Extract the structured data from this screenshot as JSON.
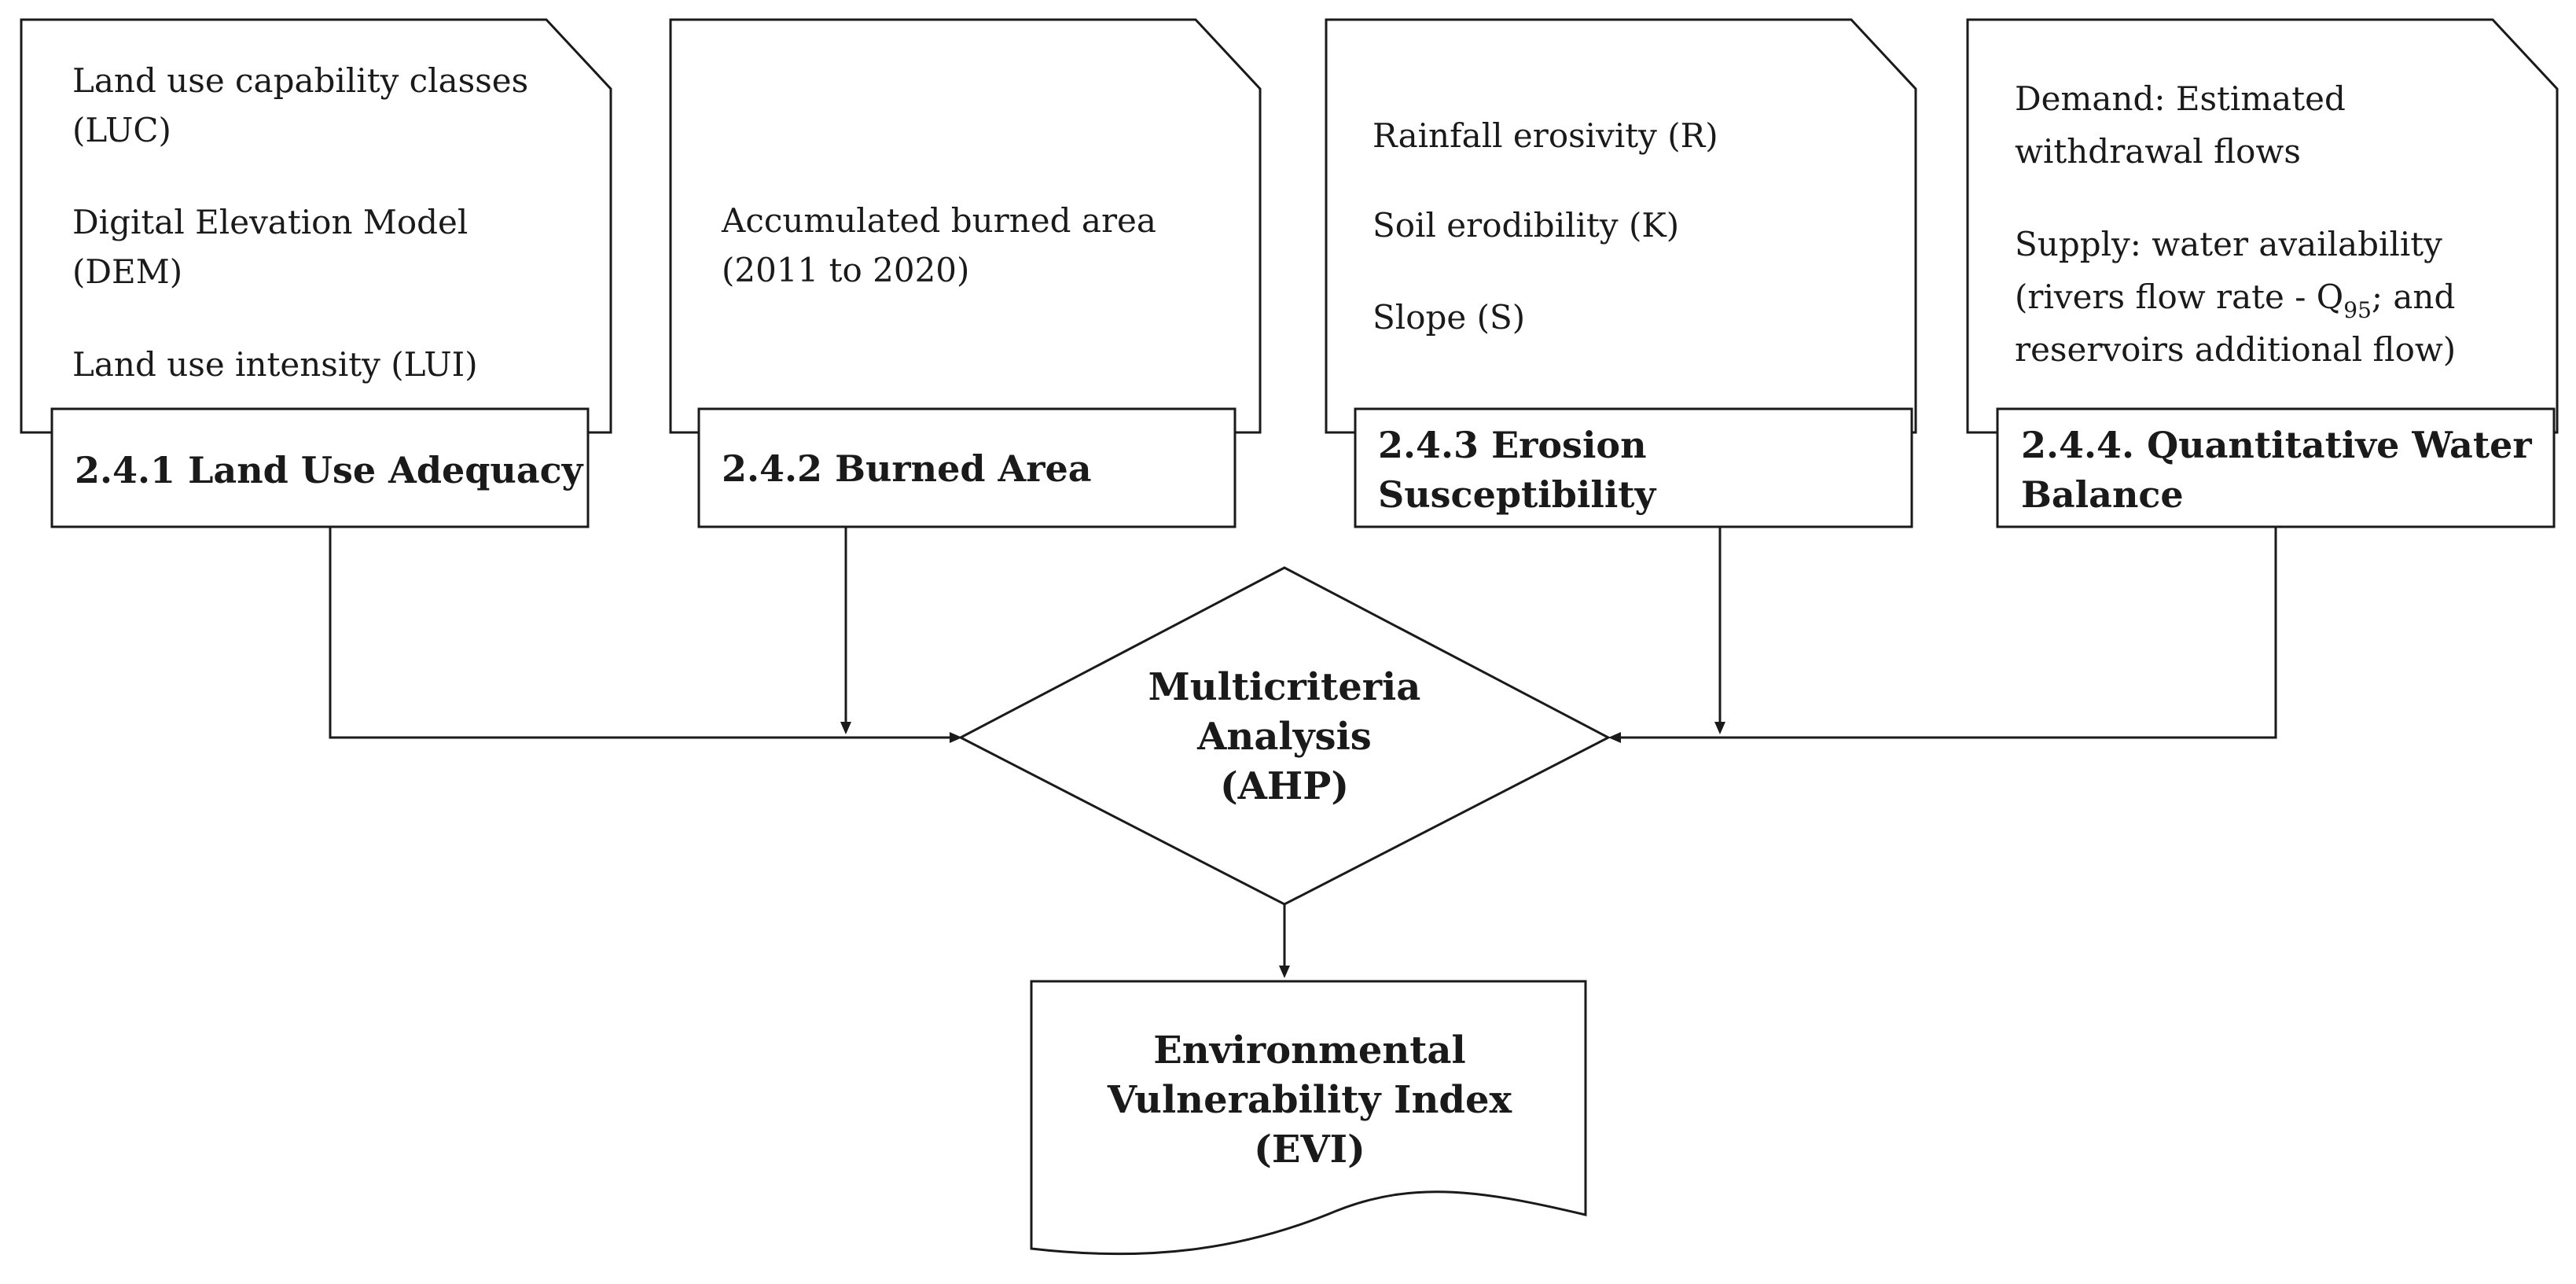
{
  "inputs": [
    {
      "lines": [
        "Land use capability classes",
        "(LUC)",
        "Digital Elevation Model",
        "(DEM)",
        "Land use intensity (LUI)"
      ],
      "title_lines": [
        "2.4.1 Land Use Adequacy"
      ]
    },
    {
      "lines": [
        "Accumulated burned area",
        "(2011 to 2020)"
      ],
      "title_lines": [
        "2.4.2 Burned Area"
      ]
    },
    {
      "lines": [
        "Rainfall erosivity (R)",
        "Soil erodibility (K)",
        "Slope (S)"
      ],
      "title_lines": [
        "2.4.3 Erosion",
        "Susceptibility"
      ]
    },
    {
      "lines": [
        "Demand: Estimated",
        "withdrawal flows",
        "Supply: water availability"
      ],
      "extra_line": {
        "before": "(rivers flow rate - Q",
        "subscript": "95",
        "after": "; and"
      },
      "last_line": "reservoirs additional flow)",
      "title_lines": [
        "2.4.4. Quantitative Water",
        "Balance"
      ]
    }
  ],
  "analysis": {
    "lines": [
      "Multicriteria",
      "Analysis",
      "(AHP)"
    ]
  },
  "output": {
    "lines": [
      "Environmental",
      "Vulnerability Index",
      "(EVI)"
    ]
  }
}
